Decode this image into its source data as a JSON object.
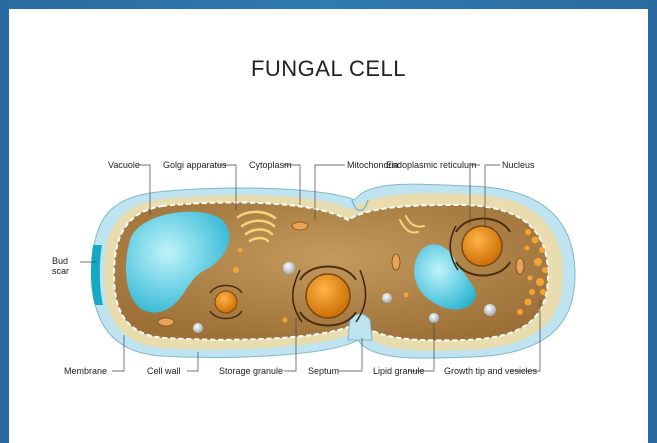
{
  "title": "FUNGAL CELL",
  "labels": {
    "vacuole": "Vacuole",
    "golgi": "Golgi apparatus",
    "cytoplasm": "Cytoplasm",
    "mitochondria": "Mitochondria",
    "er": "Endoplasmic reticulum",
    "nucleus": "Nucleus",
    "bud_scar": "Bud\nscar",
    "membrane": "Membrane",
    "cell_wall": "Cell wall",
    "storage_granule": "Storage granule",
    "septum": "Septum",
    "lipid_granule": "Lipid granule",
    "growth_tip": "Growth tip and vesicles"
  },
  "colors": {
    "frame": "#2f7ab3",
    "cell_wall": "#bfe3ef",
    "cytoplasm": "#b88a4d",
    "vacuole": "#4cc8de",
    "nucleus": "#e98a17"
  }
}
